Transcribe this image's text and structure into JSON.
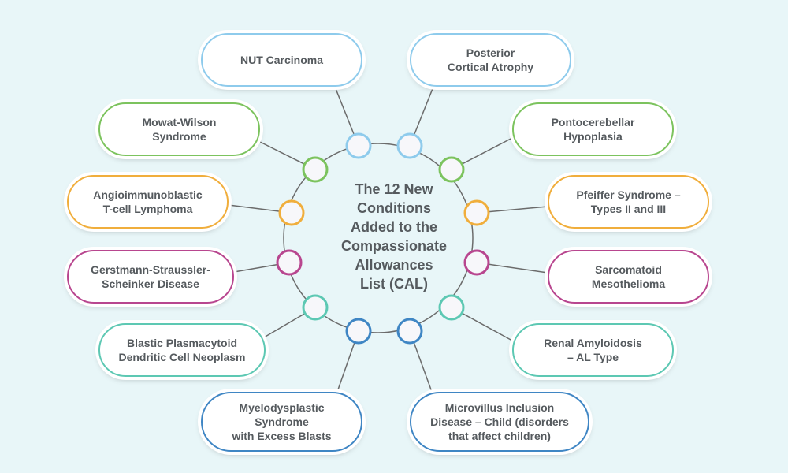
{
  "title": "The 12 New\nConditions\nAdded to the\nCompassionate\nAllowances\nList (CAL)",
  "colors": {
    "background": "#e8f6f8",
    "ring": "#6b6b6b",
    "light_blue": "#8ecbec",
    "green": "#7cc35e",
    "orange": "#f0ae3c",
    "magenta": "#b8468f",
    "teal": "#5dc8b3",
    "blue": "#3f86c4"
  },
  "conditions": [
    {
      "label": "NUT Carcinoma",
      "color": "light_blue",
      "side": "left"
    },
    {
      "label": "Posterior\nCortical Atrophy",
      "color": "light_blue",
      "side": "right"
    },
    {
      "label": "Mowat-Wilson\nSyndrome",
      "color": "green",
      "side": "left"
    },
    {
      "label": "Pontocerebellar\nHypoplasia",
      "color": "green",
      "side": "right"
    },
    {
      "label": "Angioimmunoblastic\nT-cell Lymphoma",
      "color": "orange",
      "side": "left"
    },
    {
      "label": "Pfeiffer Syndrome –\nTypes II and III",
      "color": "orange",
      "side": "right"
    },
    {
      "label": "Gerstmann-Straussler-\nScheinker Disease",
      "color": "magenta",
      "side": "left"
    },
    {
      "label": "Sarcomatoid\nMesothelioma",
      "color": "magenta",
      "side": "right"
    },
    {
      "label": "Blastic Plasmacytoid\nDendritic Cell Neoplasm",
      "color": "teal",
      "side": "left"
    },
    {
      "label": "Renal Amyloidosis\n– AL Type",
      "color": "teal",
      "side": "right"
    },
    {
      "label": "Myelodysplastic\nSyndrome\nwith Excess Blasts",
      "color": "blue",
      "side": "left"
    },
    {
      "label": "Microvillus Inclusion\nDisease – Child (disorders\nthat affect children)",
      "color": "blue",
      "side": "right"
    }
  ]
}
